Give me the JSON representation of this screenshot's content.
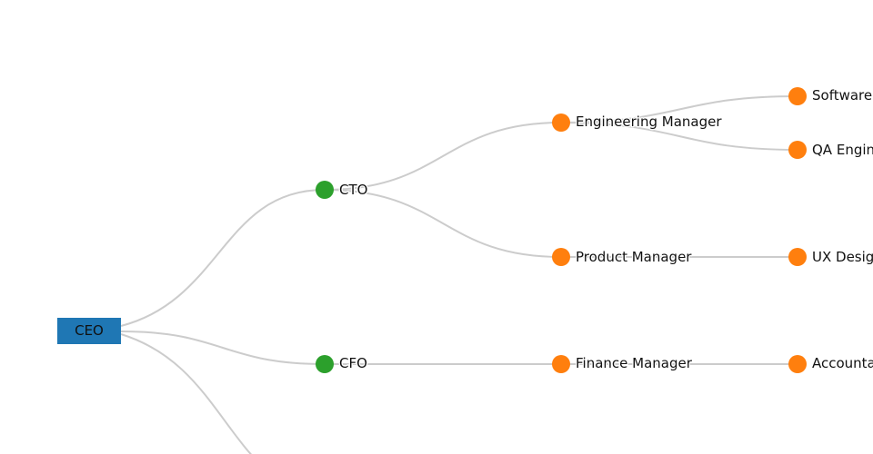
{
  "org_chart": {
    "colors": {
      "root": "#1f77b4",
      "level1": "#2ca02c",
      "descendant": "#ff7f0e",
      "link": "#cccccc"
    },
    "root": {
      "label": "CEO",
      "children": [
        {
          "label": "CTO",
          "children": [
            {
              "label": "Engineering Manager",
              "children": [
                {
                  "label": "Software Engineer"
                },
                {
                  "label": "QA Engineer"
                }
              ]
            },
            {
              "label": "Product Manager",
              "children": [
                {
                  "label": "UX Designer"
                }
              ]
            }
          ]
        },
        {
          "label": "CFO",
          "children": [
            {
              "label": "Finance Manager",
              "children": [
                {
                  "label": "Accountant"
                }
              ]
            }
          ]
        }
      ]
    }
  }
}
